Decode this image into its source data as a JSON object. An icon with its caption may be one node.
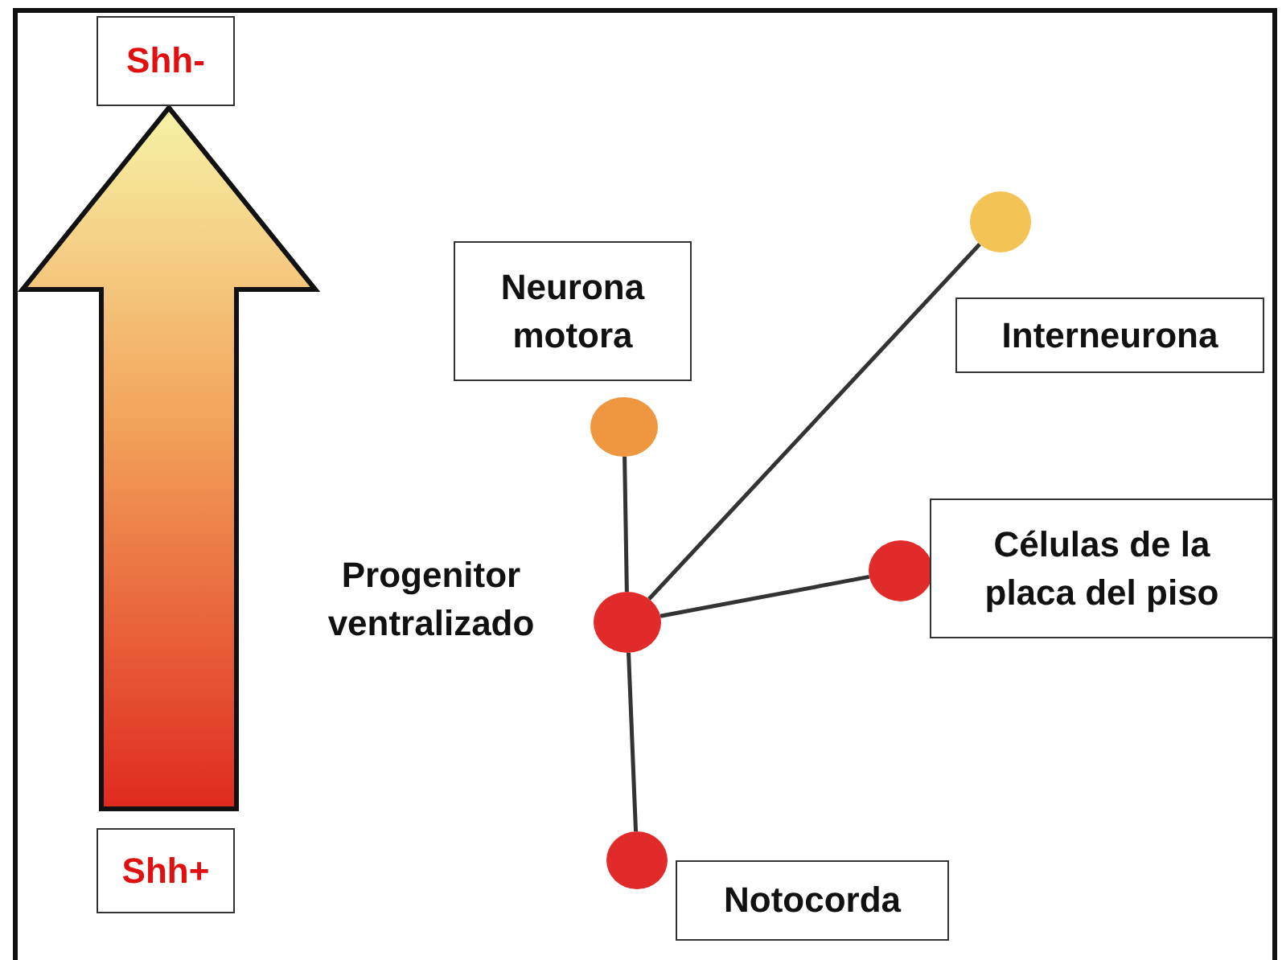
{
  "diagram": {
    "nodes": [
      {
        "text": [
          "Shh-"
        ]
      },
      {
        "text": [],
        "shape": "circle"
      },
      {
        "text": [
          "Neurona motora"
        ]
      },
      {
        "text": [
          "Interneurona"
        ]
      },
      {
        "text": [],
        "shape": "circle"
      },
      {
        "text": [],
        "shape": "circle"
      },
      {
        "text": [
          "Progenitor ventralizado"
        ]
      },
      {
        "text": [],
        "shape": "circle"
      },
      {
        "text": [
          "Células de la placa del piso"
        ]
      },
      {
        "text": [
          "Shh+"
        ]
      },
      {
        "text": [],
        "shape": "circle"
      },
      {
        "text": [
          "Notocorda"
        ]
      }
    ],
    "edges": [
      {
        "from": 7,
        "to": 4,
        "arrow": "none"
      },
      {
        "from": 7,
        "to": 1,
        "arrow": "none"
      },
      {
        "from": 7,
        "to": 5,
        "arrow": "none"
      },
      {
        "from": 7,
        "to": 10,
        "arrow": "none"
      },
      {
        "from": 9,
        "to": 0,
        "arrow": "to",
        "style": "thick"
      }
    ]
  }
}
